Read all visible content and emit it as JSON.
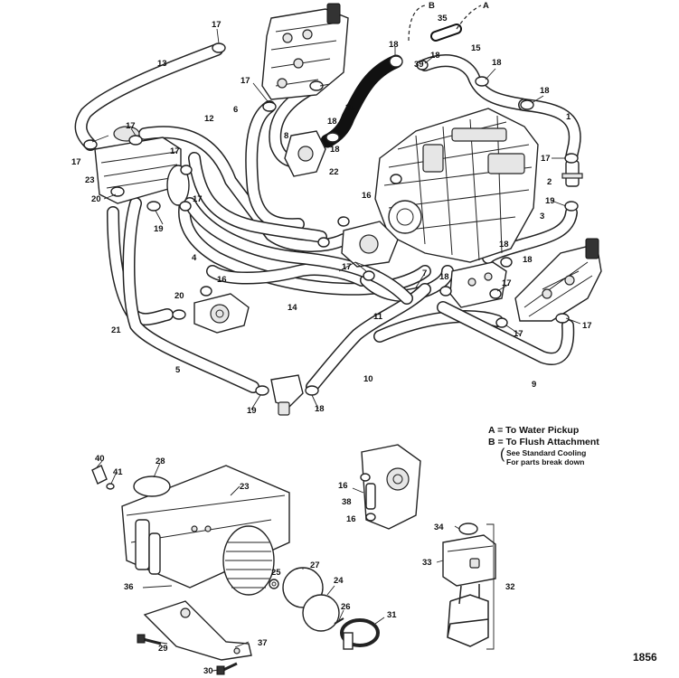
{
  "legend": {
    "a": "A = To Water Pickup",
    "b": "B = To Flush Attachment",
    "note_line1": "See Standard Cooling",
    "note_line2": "For parts break down"
  },
  "figure_number": "1856",
  "callouts": [
    "17",
    "13",
    "17",
    "6",
    "35",
    "18",
    "39",
    "18",
    "15",
    "18",
    "35",
    "18",
    "1",
    "B",
    "A",
    "17",
    "12",
    "8",
    "18",
    "16",
    "22",
    "18",
    "17",
    "23",
    "17",
    "17",
    "2",
    "19",
    "20",
    "19",
    "17",
    "3",
    "4",
    "16",
    "17",
    "18",
    "18",
    "18",
    "17",
    "7",
    "14",
    "11",
    "20",
    "17",
    "21",
    "17",
    "5",
    "10",
    "9",
    "19",
    "18",
    "40",
    "41",
    "28",
    "23",
    "16",
    "38",
    "16",
    "34",
    "33",
    "32",
    "36",
    "25",
    "27",
    "24",
    "26",
    "31",
    "29",
    "37",
    "30"
  ]
}
